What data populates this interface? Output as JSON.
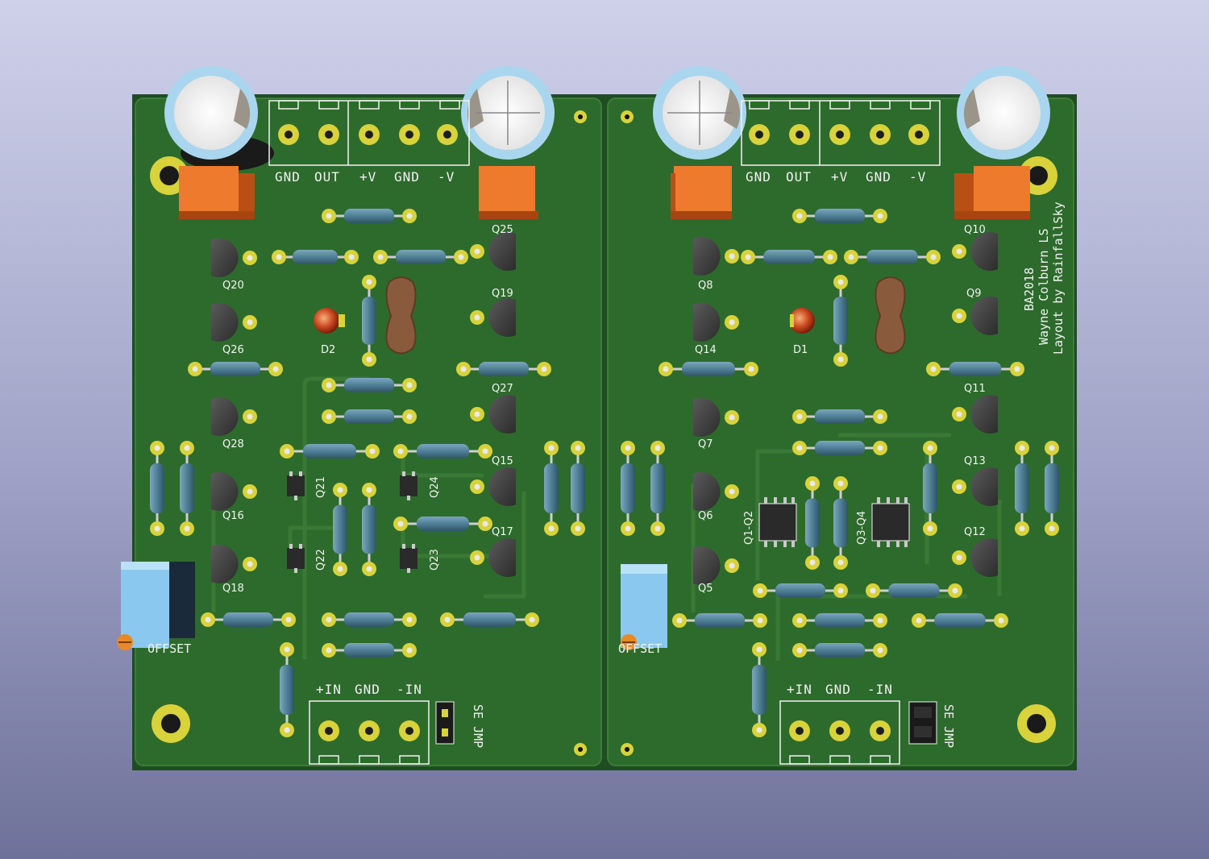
{
  "board_left": {
    "labels": {
      "out_terminal": [
        "GND",
        "OUT",
        "+V",
        "GND",
        "-V"
      ],
      "in_terminal": [
        "+IN",
        "GND",
        "-IN"
      ],
      "jumper": "SE JMP",
      "trimmer": "OFFSET",
      "led": "D2"
    },
    "transistors": {
      "q20": "Q20",
      "q25": "Q25",
      "q19": "Q19",
      "q26": "Q26",
      "q27": "Q27",
      "q28": "Q28",
      "q15": "Q15",
      "q16": "Q16",
      "q17": "Q17",
      "q18": "Q18",
      "q21": "Q21",
      "q22": "Q22",
      "q23": "Q23",
      "q24": "Q24"
    }
  },
  "board_right": {
    "labels": {
      "out_terminal": [
        "GND",
        "OUT",
        "+V",
        "GND",
        "-V"
      ],
      "in_terminal": [
        "+IN",
        "GND",
        "-IN"
      ],
      "jumper": "SE JMP",
      "trimmer": "OFFSET",
      "led": "D1"
    },
    "transistors": {
      "q8": "Q8",
      "q10": "Q10",
      "q9": "Q9",
      "q14": "Q14",
      "q11": "Q11",
      "q7": "Q7",
      "q13": "Q13",
      "q6": "Q6",
      "q12": "Q12",
      "q5": "Q5",
      "q1q2": "Q1-Q2",
      "q3q4": "Q3-Q4"
    },
    "credits": [
      "BA2018",
      "Wayne Colburn LS",
      "Layout by RainfallSky"
    ]
  },
  "colors": {
    "pcb_green": "#2d6b2c",
    "trace_green": "#356f31",
    "silkscreen": "#f2f2f2",
    "resistor_body": "#4f7f96",
    "capacitor_sleeve": "#a9d6ee",
    "film_cap": "#ee7a2e",
    "transistor": "#3d3d3d",
    "pad_gold": "#d8d23b",
    "trimmer_blue": "#8bc8ef",
    "led_red": "#c8451e"
  }
}
